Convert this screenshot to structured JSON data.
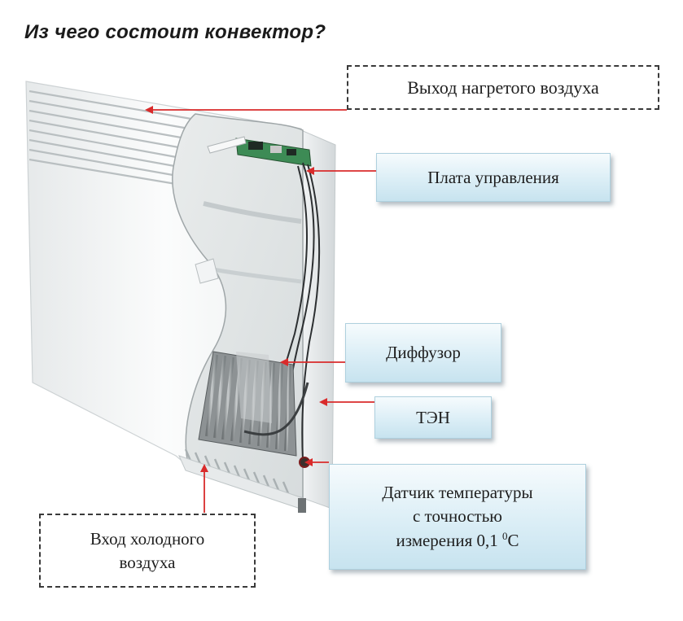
{
  "title": "Из чего состоит конвектор?",
  "labels": {
    "hot_air_out": "Выход нагретого воздуха",
    "control_board": "Плата управления",
    "diffuser": "Диффузор",
    "heating_element": "ТЭН",
    "temp_sensor": {
      "line1": "Датчик температуры",
      "line2": "с точностью",
      "line3_prefix": "измерения 0,1 ",
      "degree": "0",
      "unit": "C"
    },
    "cold_air_in": {
      "line1": "Вход холодного",
      "line2": "воздуха"
    }
  },
  "colors": {
    "arrow": "#d92b2b",
    "label_box": "#d6ebf4",
    "panel": "#f4f6f7"
  }
}
